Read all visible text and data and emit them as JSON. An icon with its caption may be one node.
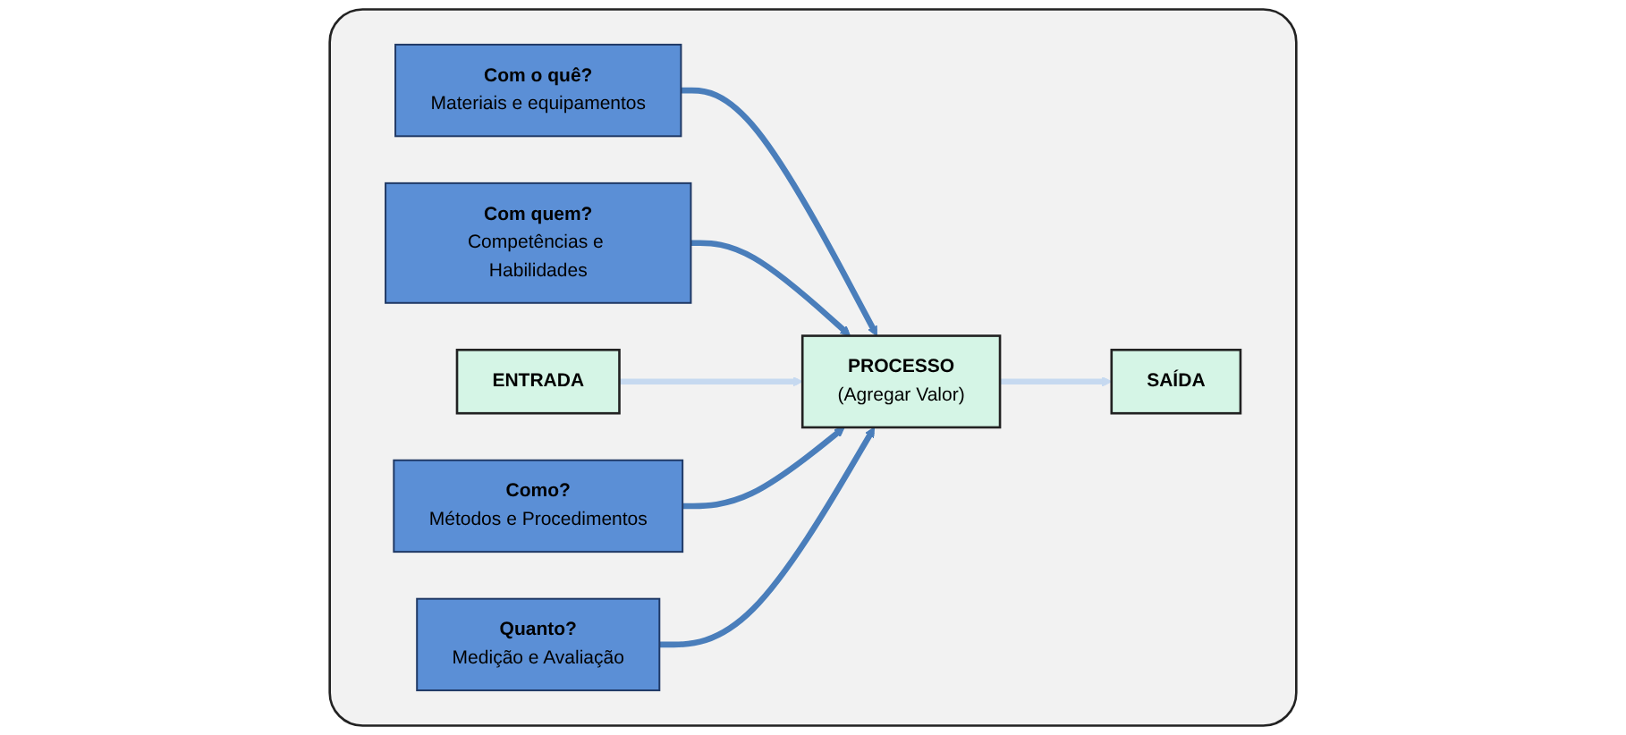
{
  "diagram": {
    "nodes": [
      {
        "text": [],
        "shape": "box"
      },
      {
        "text": [
          "Com o quê?",
          "Materiais e equipamentos"
        ],
        "in": 0
      },
      {
        "text": [
          "Com quem?",
          "Competências e Habilidades"
        ],
        "in": 0
      },
      {
        "text": [
          "ENTRADA"
        ],
        "in": 0
      },
      {
        "text": [
          "PROCESSO",
          "(Agregar Valor)"
        ],
        "in": 0
      },
      {
        "text": [
          "SAÍDA"
        ],
        "in": 0
      },
      {
        "text": [
          "Como?",
          "Métodos e Procedimentos"
        ],
        "in": 0
      },
      {
        "text": [
          "Quanto?",
          "Medição e Avaliação"
        ],
        "in": 0
      }
    ],
    "edges": [
      {
        "from": 1,
        "to": 4,
        "arrow": "to"
      },
      {
        "from": 2,
        "to": 4,
        "arrow": "to"
      },
      {
        "from": 3,
        "to": 4,
        "arrow": "to",
        "color": "#c6d9f0"
      },
      {
        "from": 4,
        "to": 5,
        "arrow": "to",
        "color": "#c6d9f0"
      },
      {
        "from": 6,
        "to": 4,
        "arrow": "to"
      },
      {
        "from": 7,
        "to": 4,
        "arrow": "to"
      }
    ]
  }
}
